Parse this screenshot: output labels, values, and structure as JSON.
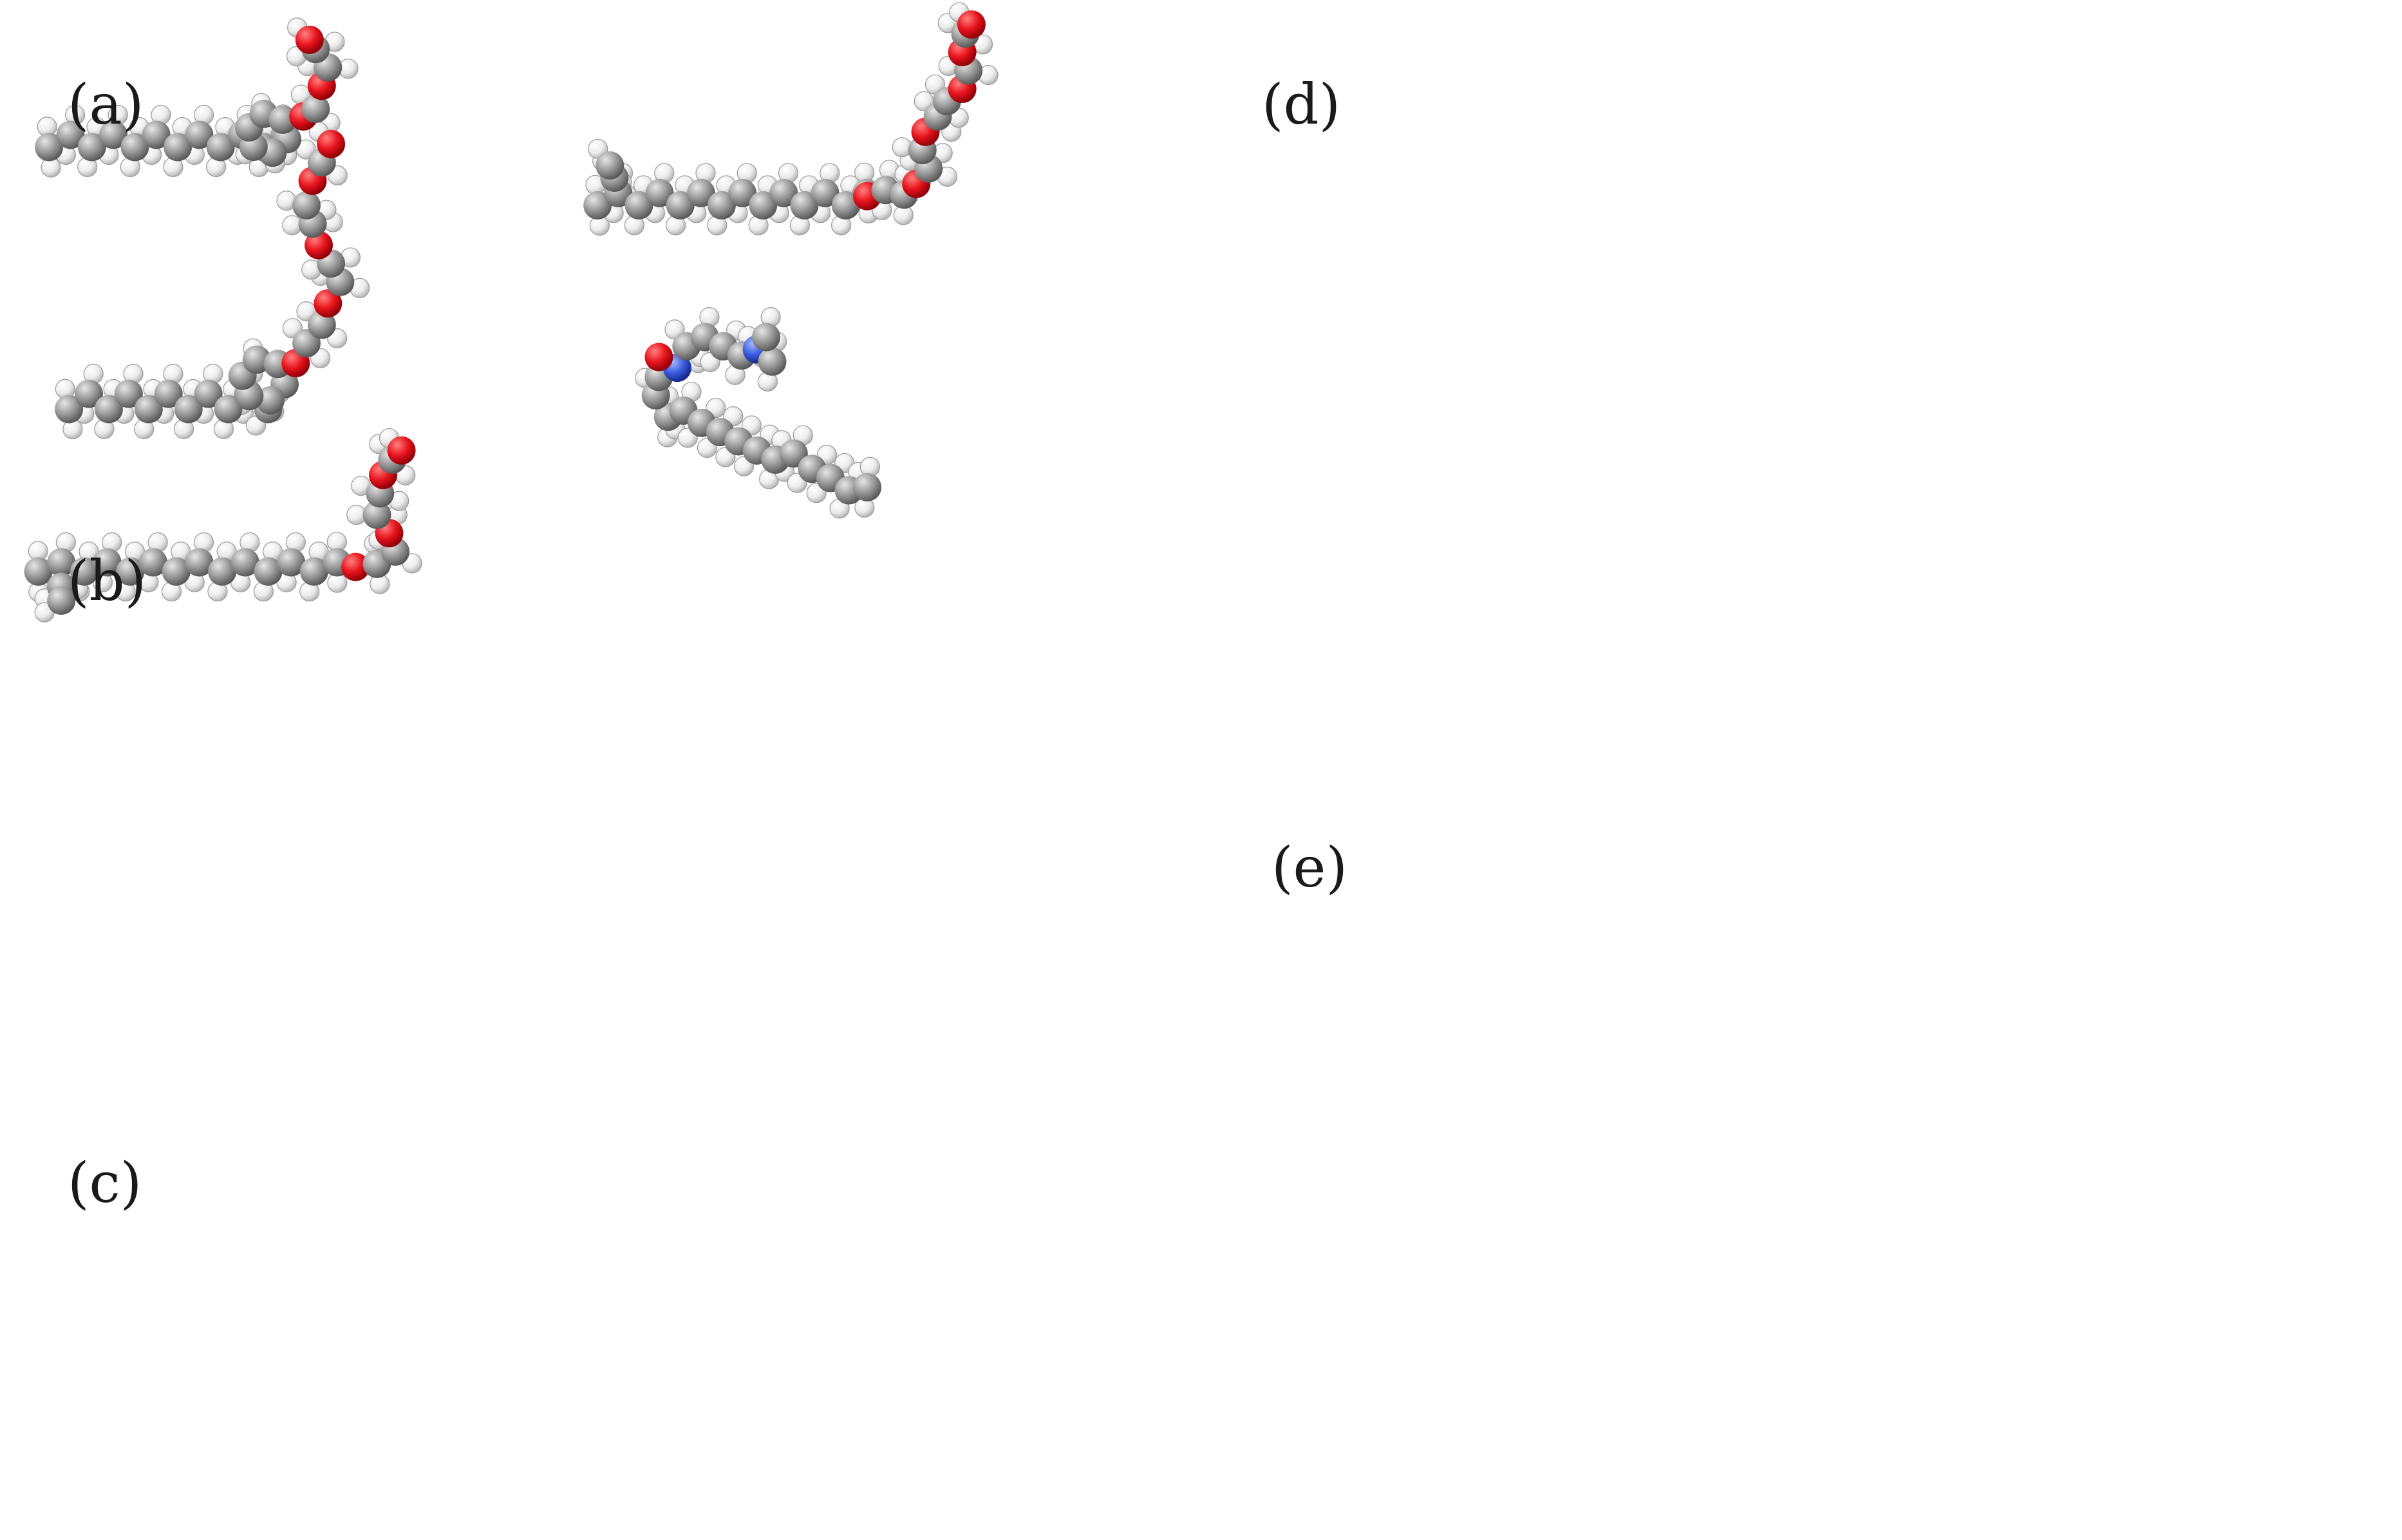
{
  "labels": {
    "a": "(a)",
    "b": "(b)",
    "c": "(c)",
    "d": "(d)",
    "e": "(e)"
  },
  "colors": {
    "carbon": "#9a9a9a",
    "hydrogen": "#eeeeee",
    "oxygen": "#e8141d",
    "nitrogen": "#3a5ee0",
    "bond": "#8a8a8a",
    "background": "#ffffff"
  },
  "atom_types": [
    "carbon",
    "hydrogen",
    "oxygen",
    "nitrogen"
  ]
}
